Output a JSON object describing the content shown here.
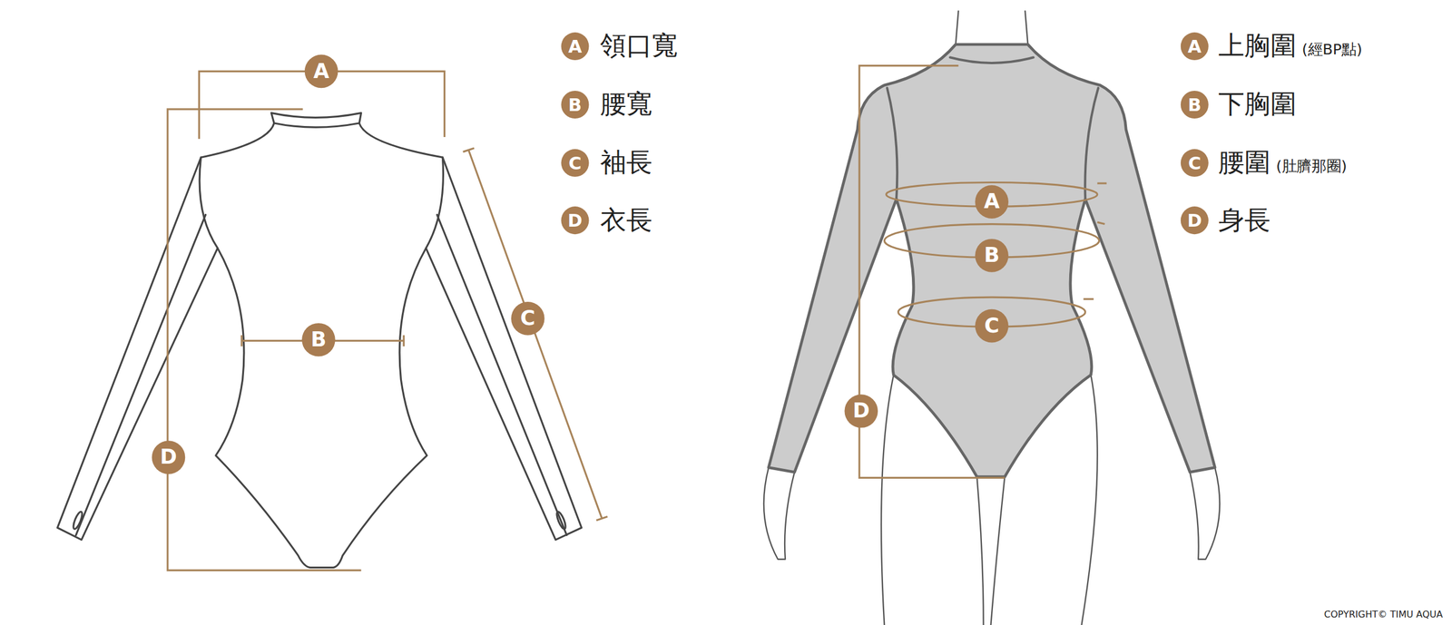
{
  "diagram": {
    "nodes": [
      {
        "text": [
          "A"
        ]
      },
      {
        "text": [
          "B"
        ]
      },
      {
        "text": [
          "C"
        ]
      },
      {
        "text": [
          "D"
        ]
      },
      {
        "text": [
          "A"
        ]
      },
      {
        "text": [
          "B"
        ]
      },
      {
        "text": [
          "C"
        ]
      },
      {
        "text": [
          "D"
        ]
      },
      {
        "text": [
          "A"
        ]
      },
      {
        "text": [
          "B"
        ]
      },
      {
        "text": [
          "C"
        ]
      },
      {
        "text": [
          "D"
        ]
      },
      {
        "text": [
          "A"
        ]
      },
      {
        "text": [
          "B"
        ]
      },
      {
        "text": [
          "C"
        ]
      },
      {
        "text": [
          "D"
        ]
      }
    ],
    "labels": [
      "領口寬",
      "腰寬",
      "袖長",
      "衣長",
      "上胸圍",
      "(經BP點)",
      "下胸圍",
      "腰圍",
      "(肚臍那圈)",
      "身長",
      "COPYRIGHT© TIMU AQUA"
    ]
  }
}
